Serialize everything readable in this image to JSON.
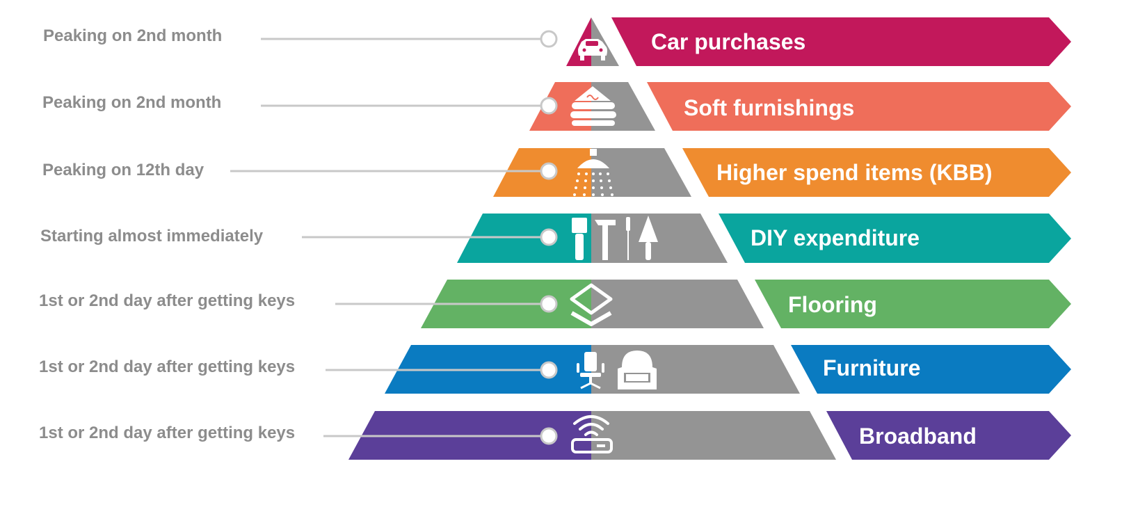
{
  "rows": [
    {
      "timing": "Peaking on 2nd month",
      "category": "Car purchases",
      "color": "#c2185b",
      "icon": "car-icon"
    },
    {
      "timing": "Peaking on 2nd month",
      "category": "Soft furnishings",
      "color": "#ef6e5a",
      "icon": "towels-icon"
    },
    {
      "timing": "Peaking on 12th day",
      "category": "Higher spend items (KBB)",
      "color": "#ef8c2f",
      "icon": "shower-icon"
    },
    {
      "timing": "Starting almost immediately",
      "category": "DIY expenditure",
      "color": "#0aa59e",
      "icon": "tools-icon"
    },
    {
      "timing": "1st or 2nd day after getting keys",
      "category": "Flooring",
      "color": "#63b264",
      "icon": "layers-icon"
    },
    {
      "timing": "1st or 2nd day after getting keys",
      "category": "Furniture",
      "color": "#0a7bc1",
      "icon": "chairs-icon"
    },
    {
      "timing": "1st or 2nd day after getting keys",
      "category": "Broadband",
      "color": "#5b3f99",
      "icon": "router-icon"
    }
  ],
  "colors": {
    "gray": "#949494",
    "connector": "#c8c8c8"
  }
}
